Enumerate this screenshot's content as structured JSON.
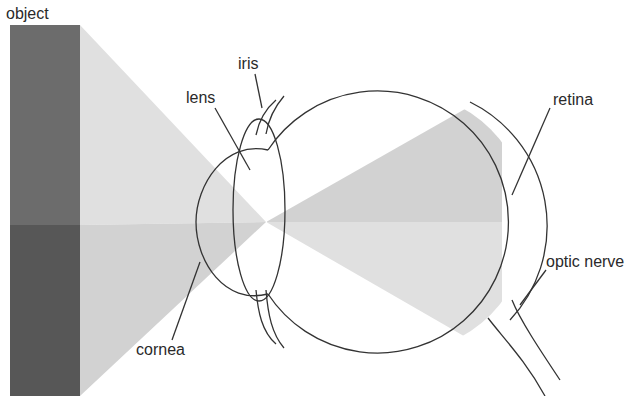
{
  "diagram": {
    "labels": [
      "object",
      "iris",
      "lens",
      "retina",
      "optic nerve",
      "cornea"
    ]
  }
}
